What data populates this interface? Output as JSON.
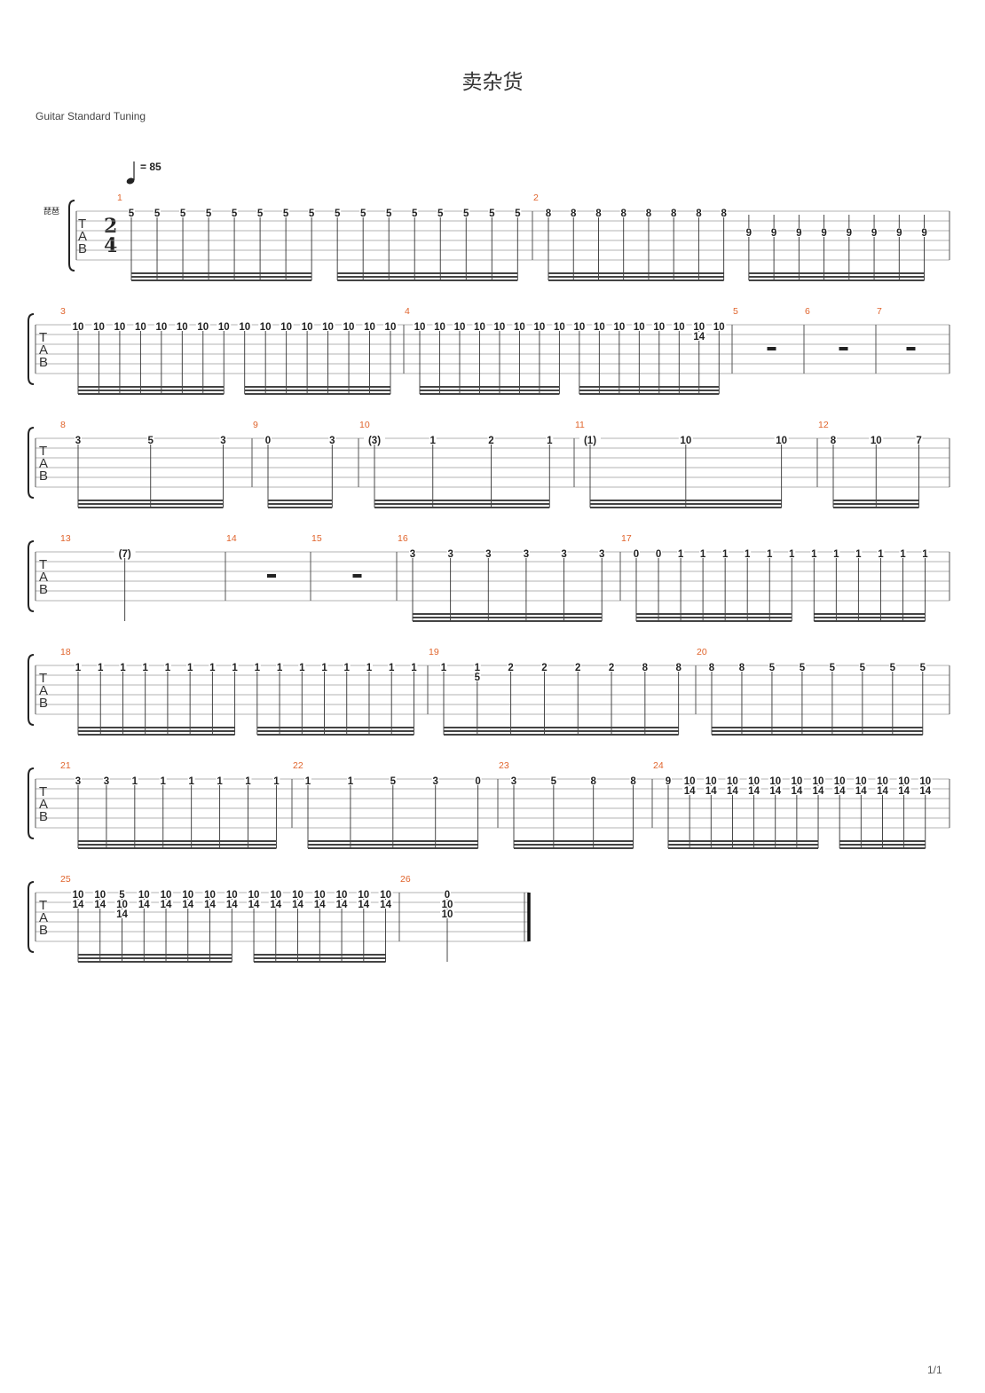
{
  "title": "卖杂货",
  "tuning": "Guitar Standard Tuning",
  "page_number": "1/1",
  "tempo": "= 85",
  "instrument_label": "琵琶",
  "time_signature": [
    "2",
    "4"
  ],
  "tab_letters": [
    "T",
    "A",
    "B"
  ],
  "systems": [
    {
      "measures": [
        {
          "num": "1",
          "notes": [
            [
              "5"
            ],
            [
              "5"
            ],
            [
              "5"
            ],
            [
              "5"
            ],
            [
              "5"
            ],
            [
              "5"
            ],
            [
              "5"
            ],
            [
              "5"
            ],
            [
              "5"
            ],
            [
              "5"
            ],
            [
              "5"
            ],
            [
              "5"
            ],
            [
              "5"
            ],
            [
              "5"
            ],
            [
              "5"
            ],
            [
              "5"
            ]
          ]
        },
        {
          "num": "2",
          "notes": [
            [
              "8"
            ],
            [
              "8"
            ],
            [
              "8"
            ],
            [
              "8"
            ],
            [
              "8"
            ],
            [
              "8"
            ],
            [
              "8"
            ],
            [
              "8"
            ],
            [
              "9"
            ],
            [
              "9"
            ],
            [
              "9"
            ],
            [
              "9"
            ],
            [
              "9"
            ],
            [
              "9"
            ],
            [
              "9"
            ],
            [
              "9"
            ]
          ]
        }
      ]
    },
    {
      "measures": [
        {
          "num": "3",
          "notes": [
            [
              "10"
            ],
            [
              "10"
            ],
            [
              "10"
            ],
            [
              "10"
            ],
            [
              "10"
            ],
            [
              "10"
            ],
            [
              "10"
            ],
            [
              "10"
            ],
            [
              "10"
            ],
            [
              "10"
            ],
            [
              "10"
            ],
            [
              "10"
            ],
            [
              "10"
            ],
            [
              "10"
            ],
            [
              "10"
            ],
            [
              "10"
            ]
          ]
        },
        {
          "num": "4",
          "notes": [
            [
              "10"
            ],
            [
              "10"
            ],
            [
              "10"
            ],
            [
              "10"
            ],
            [
              "10"
            ],
            [
              "10"
            ],
            [
              "10"
            ],
            [
              "10"
            ],
            [
              "10"
            ],
            [
              "10"
            ],
            [
              "10"
            ],
            [
              "10"
            ],
            [
              "10"
            ],
            [
              "10"
            ],
            [
              "10",
              "14"
            ],
            [
              "10"
            ]
          ]
        },
        {
          "num": "5",
          "notes": []
        },
        {
          "num": "6",
          "notes": []
        },
        {
          "num": "7",
          "notes": []
        }
      ]
    },
    {
      "measures": [
        {
          "num": "8",
          "notes": [
            [
              "3"
            ],
            [
              "5"
            ],
            [
              "3"
            ]
          ]
        },
        {
          "num": "9",
          "notes": [
            [
              "0"
            ],
            [
              "3"
            ]
          ]
        },
        {
          "num": "10",
          "notes": [
            [
              "(3)"
            ],
            [
              "1"
            ],
            [
              "2"
            ],
            [
              "1"
            ]
          ]
        },
        {
          "num": "11",
          "notes": [
            [
              "(1)"
            ],
            [
              "10"
            ],
            [
              "10"
            ]
          ]
        },
        {
          "num": "12",
          "notes": [
            [
              "8"
            ],
            [
              "10"
            ],
            [
              "7"
            ]
          ]
        }
      ]
    },
    {
      "measures": [
        {
          "num": "13",
          "notes": [
            [
              "(7)"
            ]
          ]
        },
        {
          "num": "14",
          "notes": []
        },
        {
          "num": "15",
          "notes": []
        },
        {
          "num": "16",
          "notes": [
            [
              "3"
            ],
            [
              "3"
            ],
            [
              "3"
            ],
            [
              "3"
            ],
            [
              "3"
            ],
            [
              "3"
            ]
          ]
        },
        {
          "num": "17",
          "notes": [
            [
              "0"
            ],
            [
              "0"
            ],
            [
              "1"
            ],
            [
              "1"
            ],
            [
              "1"
            ],
            [
              "1"
            ],
            [
              "1"
            ],
            [
              "1"
            ],
            [
              "1"
            ],
            [
              "1"
            ],
            [
              "1"
            ],
            [
              "1"
            ],
            [
              "1"
            ],
            [
              "1"
            ]
          ]
        }
      ]
    },
    {
      "measures": [
        {
          "num": "18",
          "notes": [
            [
              "1"
            ],
            [
              "1"
            ],
            [
              "1"
            ],
            [
              "1"
            ],
            [
              "1"
            ],
            [
              "1"
            ],
            [
              "1"
            ],
            [
              "1"
            ],
            [
              "1"
            ],
            [
              "1"
            ],
            [
              "1"
            ],
            [
              "1"
            ],
            [
              "1"
            ],
            [
              "1"
            ],
            [
              "1"
            ],
            [
              "1"
            ]
          ]
        },
        {
          "num": "19",
          "notes": [
            [
              "1"
            ],
            [
              "1",
              "5"
            ],
            [
              "2"
            ],
            [
              "2"
            ],
            [
              "2"
            ],
            [
              "2"
            ],
            [
              "8"
            ],
            [
              "8"
            ]
          ]
        },
        {
          "num": "20",
          "notes": [
            [
              "8"
            ],
            [
              "8"
            ],
            [
              "5"
            ],
            [
              "5"
            ],
            [
              "5"
            ],
            [
              "5"
            ],
            [
              "5"
            ],
            [
              "5"
            ]
          ]
        }
      ]
    },
    {
      "measures": [
        {
          "num": "21",
          "notes": [
            [
              "3"
            ],
            [
              "3"
            ],
            [
              "1"
            ],
            [
              "1"
            ],
            [
              "1"
            ],
            [
              "1"
            ],
            [
              "1"
            ],
            [
              "1"
            ]
          ]
        },
        {
          "num": "22",
          "notes": [
            [
              "1"
            ],
            [
              "1"
            ],
            [
              "5"
            ],
            [
              "3"
            ],
            [
              "0"
            ]
          ]
        },
        {
          "num": "23",
          "notes": [
            [
              "3"
            ],
            [
              "5"
            ],
            [
              "8"
            ],
            [
              "8"
            ]
          ]
        },
        {
          "num": "24",
          "notes": [
            [
              "9"
            ],
            [
              "10",
              "14"
            ],
            [
              "10",
              "14"
            ],
            [
              "10",
              "14"
            ],
            [
              "10",
              "14"
            ],
            [
              "10",
              "14"
            ],
            [
              "10",
              "14"
            ],
            [
              "10",
              "14"
            ],
            [
              "10",
              "14"
            ],
            [
              "10",
              "14"
            ],
            [
              "10",
              "14"
            ],
            [
              "10",
              "14"
            ],
            [
              "10",
              "14"
            ]
          ]
        }
      ]
    },
    {
      "measures": [
        {
          "num": "25",
          "notes": [
            [
              "10",
              "14"
            ],
            [
              "10",
              "14"
            ],
            [
              "5",
              "10",
              "14"
            ],
            [
              "10",
              "14"
            ],
            [
              "10",
              "14"
            ],
            [
              "10",
              "14"
            ],
            [
              "10",
              "14"
            ],
            [
              "10",
              "14"
            ],
            [
              "10",
              "14"
            ],
            [
              "10",
              "14"
            ],
            [
              "10",
              "14"
            ],
            [
              "10",
              "14"
            ],
            [
              "10",
              "14"
            ],
            [
              "10",
              "14"
            ],
            [
              "10",
              "14"
            ]
          ]
        },
        {
          "num": "26",
          "notes": [
            [
              "0",
              "10",
              "10"
            ]
          ]
        }
      ]
    }
  ]
}
